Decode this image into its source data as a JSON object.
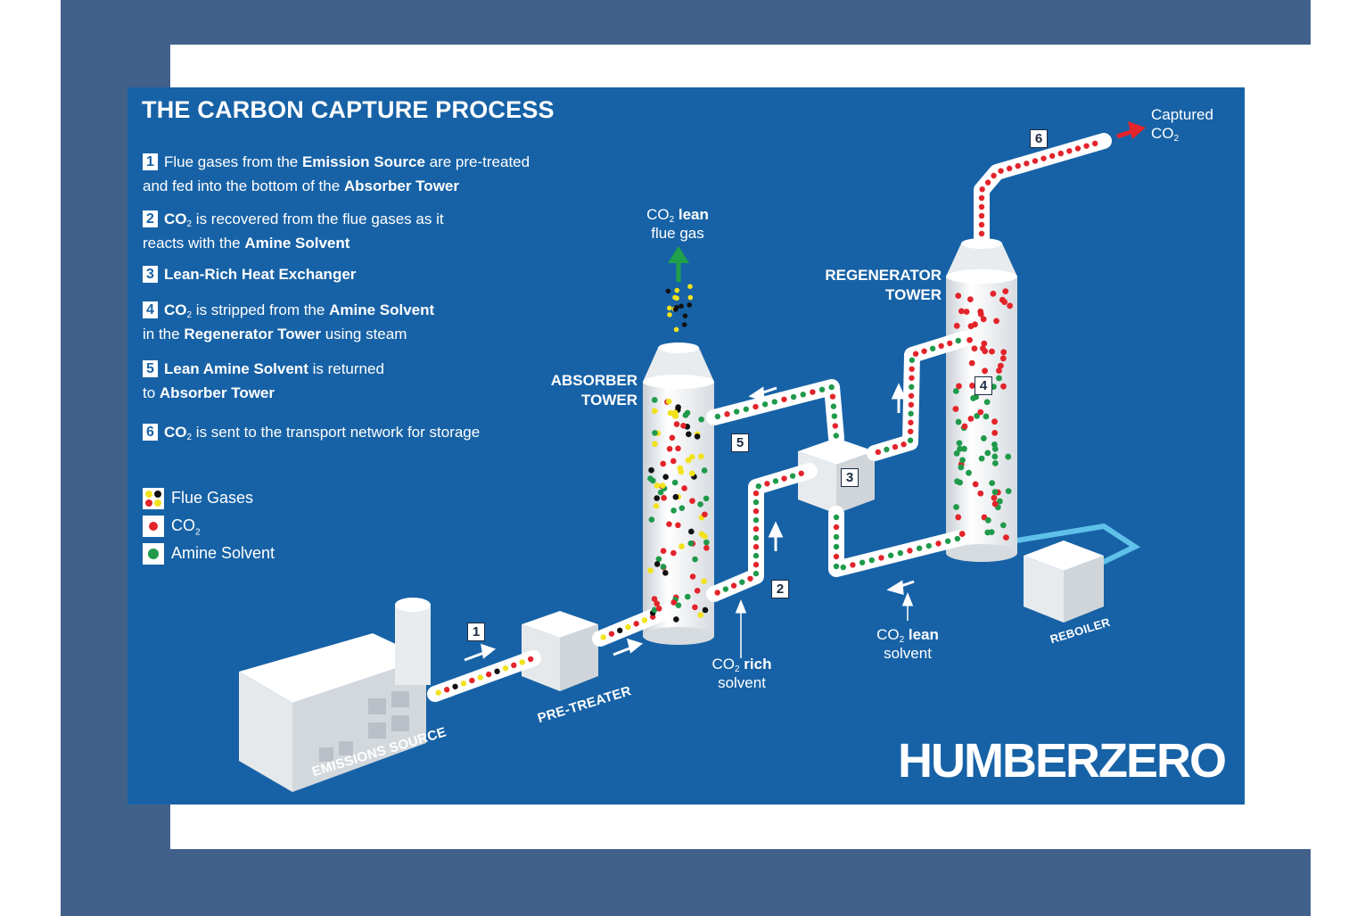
{
  "title": "THE CARBON CAPTURE PROCESS",
  "steps": [
    {
      "num": "1",
      "parts": [
        "Flue gases from the ",
        "Emission Source",
        " are pre-treated",
        "and fed into the bottom of the ",
        "Absorber Tower"
      ]
    },
    {
      "num": "2",
      "parts": [
        "CO",
        "2",
        " is recovered from the flue gases as it",
        "reacts with the ",
        "Amine Solvent"
      ]
    },
    {
      "num": "3",
      "parts": [
        "Lean-Rich Heat Exchanger"
      ]
    },
    {
      "num": "4",
      "parts": [
        "CO",
        "2",
        " is stripped from the ",
        "Amine Solvent",
        "in the ",
        "Regenerator Tower",
        " using steam"
      ]
    },
    {
      "num": "5",
      "parts": [
        "Lean Amine Solvent",
        " is returned",
        "to ",
        "Absorber Tower"
      ]
    },
    {
      "num": "6",
      "parts": [
        "CO",
        "2",
        " is sent to the transport network for storage"
      ]
    }
  ],
  "legend": [
    {
      "label": "Flue Gases",
      "sub": ""
    },
    {
      "label": "CO",
      "sub": "2"
    },
    {
      "label": "Amine Solvent",
      "sub": ""
    }
  ],
  "colors": {
    "panel": "#1762a6",
    "co2": "#e3242b",
    "amine": "#1f9a4b",
    "flue_yellow": "#f2e21b",
    "flue_black": "#111111",
    "arrow_green": "#21a04a",
    "arrow_red": "#e3242b"
  },
  "labels": {
    "absorber": [
      "ABSORBER",
      "TOWER"
    ],
    "regenerator": [
      "REGENERATOR",
      "TOWER"
    ],
    "lean_gas": {
      "a": "CO",
      "sub": "2",
      "b": " lean",
      "c": "flue gas"
    },
    "rich_solvent": {
      "a": "CO",
      "sub": "2",
      "b": " rich",
      "c": "solvent"
    },
    "lean_solvent": {
      "a": "CO",
      "sub": "2",
      "b": " lean",
      "c": "solvent"
    },
    "captured": {
      "a": "Captured",
      "b": "CO",
      "sub": "2"
    },
    "emissions": "EMISSIONS SOURCE",
    "pretreater": "PRE-TREATER",
    "reboiler": "REBOILER"
  },
  "badges": [
    "1",
    "2",
    "3",
    "4",
    "5",
    "6"
  ],
  "brand": "HUMBERZERO"
}
